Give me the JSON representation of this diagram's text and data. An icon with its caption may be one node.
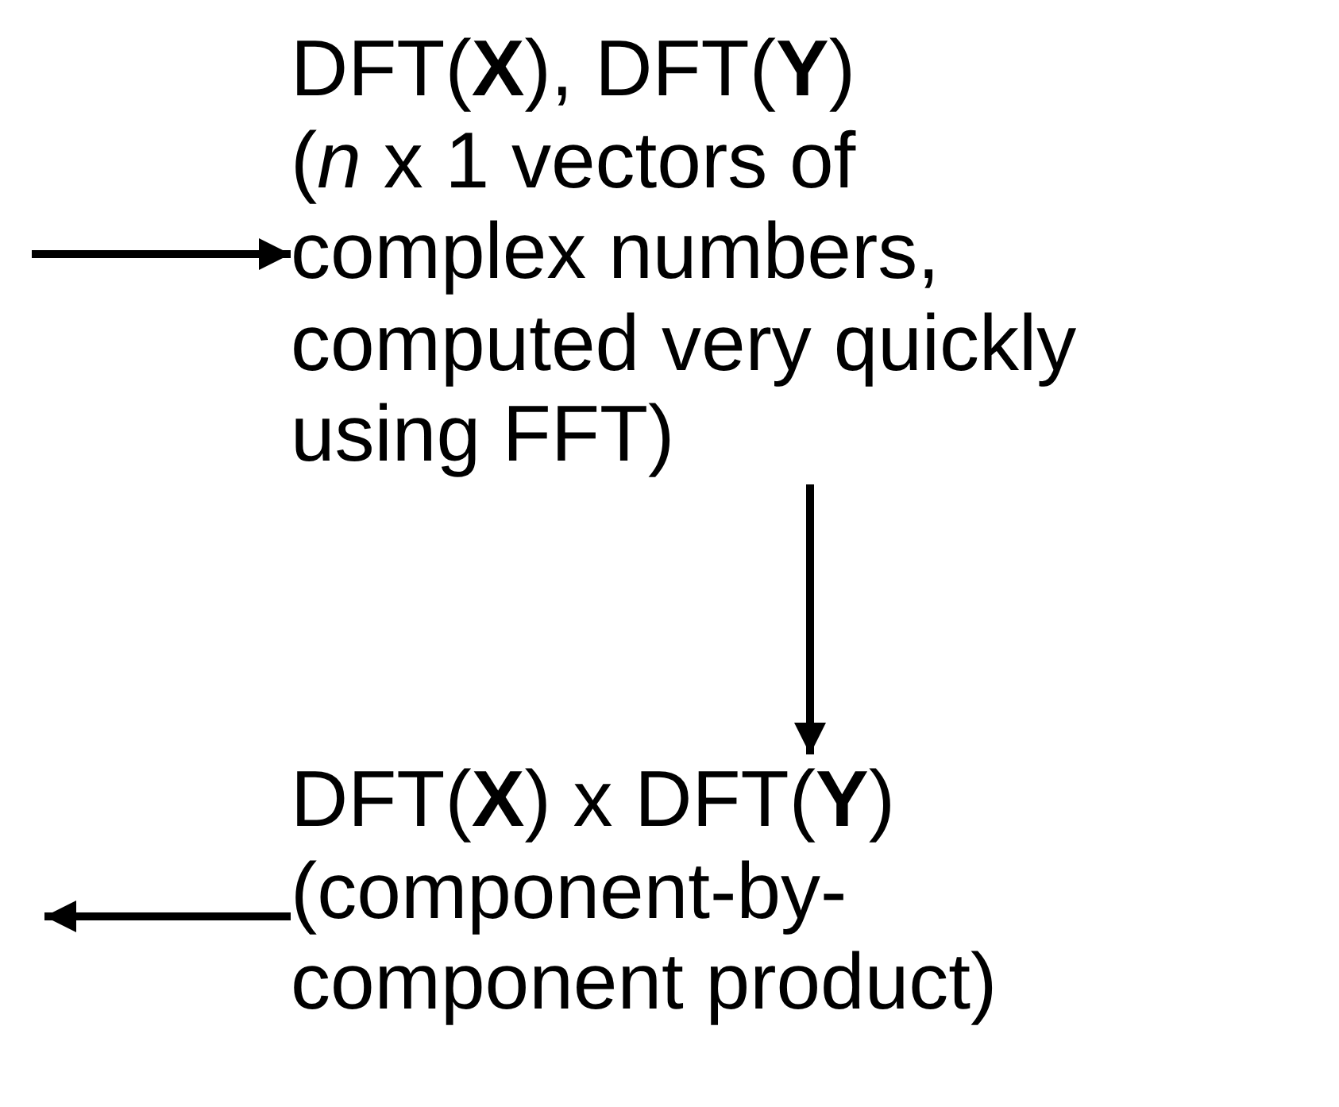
{
  "diagram": {
    "nodes": [
      {
        "text": [
          "DFT(**X**), DFT(**Y**)",
          "(*n* x 1 vectors of complex numbers, computed very quickly using FFT)"
        ]
      },
      {
        "text": [
          "DFT(**X**) x DFT(**Y**)",
          "(component-by-component product)"
        ]
      }
    ],
    "edges": [
      {
        "from": null,
        "to": 0,
        "arrow": "to"
      },
      {
        "from": 0,
        "to": 1,
        "arrow": "to"
      },
      {
        "from": 1,
        "to": null,
        "arrow": "to"
      }
    ]
  }
}
